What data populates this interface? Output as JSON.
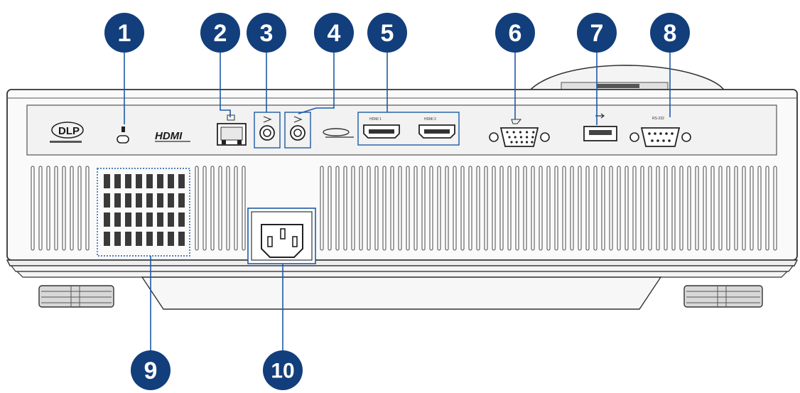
{
  "callouts": [
    "1",
    "2",
    "3",
    "4",
    "5",
    "6",
    "7",
    "8",
    "9",
    "10"
  ],
  "logos": {
    "dlp": "DLP",
    "hdmi": "HDMI"
  },
  "port_labels": {
    "hdmi1": "HDMI 1",
    "hdmi2": "HDMI 2",
    "rs232": "RS-232"
  },
  "colors": {
    "badge": "#123e7c",
    "callout_line": "#1d5aa6",
    "body_outline": "#333333"
  }
}
